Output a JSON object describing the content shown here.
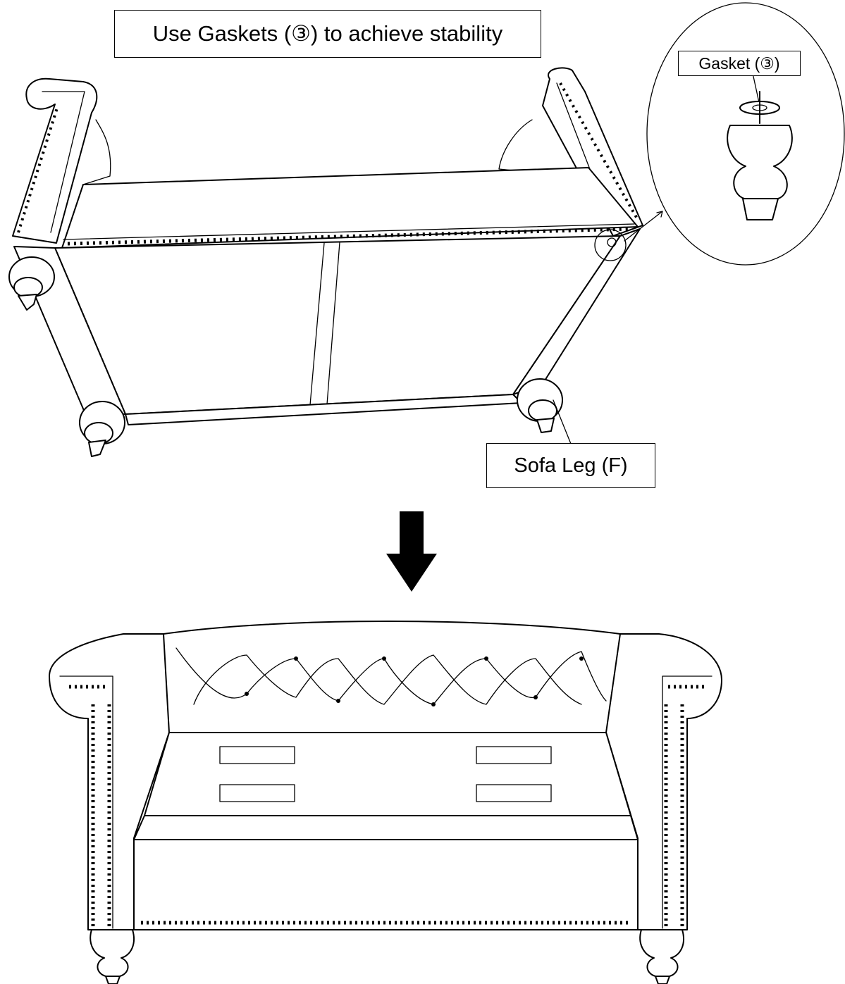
{
  "labels": {
    "title": "Use Gaskets (③) to achieve stability",
    "gasket": "Gasket (③)",
    "sofa_leg": "Sofa Leg (F)"
  },
  "colors": {
    "line": "#000000",
    "background": "#ffffff",
    "arrow": "#000000"
  },
  "icons": {
    "step_arrow": "down-arrow-icon"
  }
}
